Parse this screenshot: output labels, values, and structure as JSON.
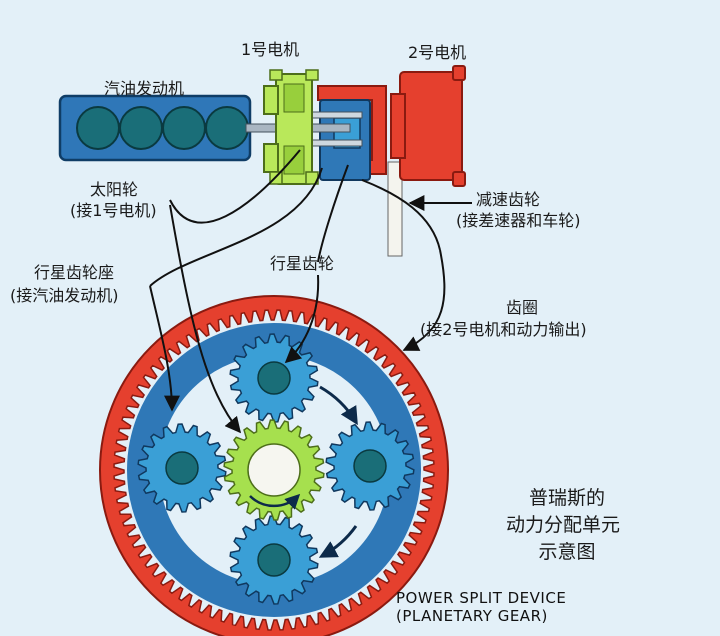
{
  "labels": {
    "engine": "汽油发动机",
    "motor1": "1号电机",
    "motor2": "2号电机",
    "sun_gear": "太阳轮",
    "sun_gear_note": "(接1号电机)",
    "reduction_gear": "减速齿轮",
    "reduction_gear_note": "(接差速器和车轮)",
    "planet_carrier": "行星齿轮座",
    "planet_carrier_note": "(接汽油发动机)",
    "planet_gear": "行星齿轮",
    "ring_gear": "齿圈",
    "ring_gear_note": "(接2号电机和动力输出)",
    "title_line1": "普瑞斯的",
    "title_line2": "动力分配单元",
    "title_line3": "示意图",
    "english_line1": "POWER SPLIT DEVICE",
    "english_line2": "(PLANETARY GEAR)"
  },
  "colors": {
    "background": "#e3f0f8",
    "engine": "#2f77b8",
    "cylinder": "#1a6e78",
    "motor1": "#b9e85a",
    "motor2": "#e5402e",
    "ring_gear": "#e5402e",
    "carrier": "#2f78b7",
    "planet_gear": "#3a9fd6",
    "sun_gear": "#a6e04e"
  }
}
